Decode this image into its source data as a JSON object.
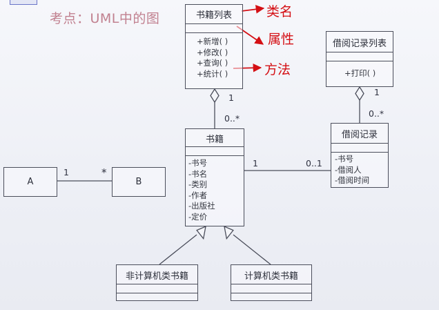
{
  "headline": "考点：UML中的图",
  "annotations": {
    "class_name": "类名",
    "attribute": "属性",
    "method": "方法"
  },
  "classes": {
    "book_list": {
      "name": "书籍列表",
      "methods": [
        "+新增( )",
        "+修改( )",
        "+查询( )",
        "+统计( )"
      ]
    },
    "book": {
      "name": "书籍",
      "attributes": [
        "-书号",
        "-书名",
        "-类别",
        "-作者",
        "-出版社",
        "-定价"
      ]
    },
    "borrow_list": {
      "name": "借阅记录列表",
      "methods": [
        "+打印( )"
      ]
    },
    "borrow": {
      "name": "借阅记录",
      "attributes": [
        "-书号",
        "-借阅人",
        "-借阅时间"
      ]
    },
    "a": {
      "name": "A"
    },
    "b": {
      "name": "B"
    },
    "non_cs_book": {
      "name": "非计算机类书籍"
    },
    "cs_book": {
      "name": "计算机类书籍"
    }
  },
  "multiplicities": {
    "booklist_end": "1",
    "book_end": "0..*",
    "borrowlist_end": "1",
    "borrow_end": "0..*",
    "book_to_borrow_book_end": "1",
    "book_to_borrow_borrow_end": "0..1",
    "a_end": "1",
    "b_end": "*"
  },
  "colors": {
    "annotation_red": "#d40f14",
    "headline_pink": "#c1808f",
    "line": "#4a4d5a"
  }
}
